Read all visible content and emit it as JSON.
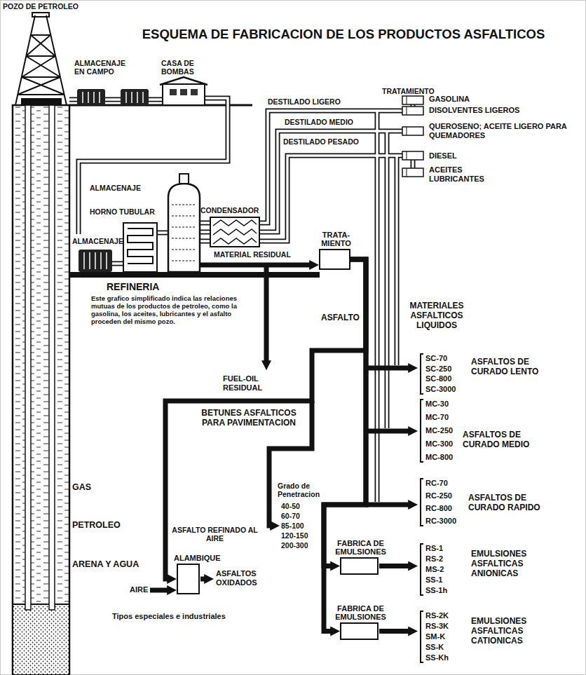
{
  "diagram": {
    "title": "ESQUEMA DE FABRICACION DE LOS PRODUCTOS ASFALTICOS",
    "nodes": [
      {
        "text": [
          "TRATA- MIENTO"
        ]
      },
      {
        "text": [
          "FABRICA DE EMULSIONES"
        ]
      },
      {
        "text": [
          "FABRICA DE EMULSIONES"
        ]
      },
      {
        "text": [
          "ALAMBIQUE"
        ]
      }
    ],
    "edges": [
      {
        "from": 0,
        "to": 3,
        "arrow": "to"
      },
      {
        "from": 0,
        "to": 1,
        "arrow": "to"
      },
      {
        "from": 0,
        "to": 2,
        "arrow": "to"
      }
    ],
    "labels": [
      "POZO DE PETROLEO",
      "ALMACENAJE EN CAMPO",
      "CASA DE BOMBAS",
      "DESTILADO LIGERO",
      "DESTILADO MEDIO",
      "DESTILADO PESADO",
      "TRATAMIENTO",
      "GASOLINA",
      "DISOLVENTES LIGEROS",
      "QUEROSENO; ACEITE LIGERO PARA QUEMADORES",
      "DIESEL",
      "ACEITES LUBRICANTES",
      "ALMACENAJE",
      "HORNO TUBULAR",
      "CONDENSADOR",
      "ALMACENAJE",
      "MATERIAL RESIDUAL",
      "REFINERIA",
      "Este grafico simplificado indica las relaciones mutuas de los productos de petroleo, como la gasolina, los aceites, lubricantes y el asfalto proceden del mismo pozo.",
      "ASFALTO",
      "MATERIALES ASFALTICOS LIQUIDOS",
      "SC-70",
      "SC-250",
      "SC-800",
      "SC-3000",
      "ASFALTOS DE CURADO LENTO",
      "MC-30",
      "MC-70",
      "MC-250",
      "MC-300",
      "MC-800",
      "ASFALTOS DE CURADO MEDIO",
      "RC-70",
      "RC-250",
      "RC-800",
      "RC-3000",
      "ASFALTOS DE CURADO RAPIDO",
      "FUEL-OIL RESIDUAL",
      "BETUNES ASFALTICOS PARA PAVIMENTACION",
      "Grado de Penetracion",
      "40-50",
      "60-70",
      "85-100",
      "120-150",
      "200-300",
      "GAS",
      "PETROLEO",
      "ARENA Y AGUA",
      "ASFALTO REFINADO AL AIRE",
      "AIRE",
      "ASFALTOS OXIDADOS",
      "Tipos especiales e industriales",
      "RS-1",
      "RS-2",
      "MS-2",
      "SS-1",
      "SS-1h",
      "EMULSIONES ASFALTICAS ANIONICAS",
      "RS-2K",
      "RS-3K",
      "SM-K",
      "SS-K",
      "SS-Kh",
      "EMULSIONES ASFALTICAS CATIONICAS"
    ]
  }
}
